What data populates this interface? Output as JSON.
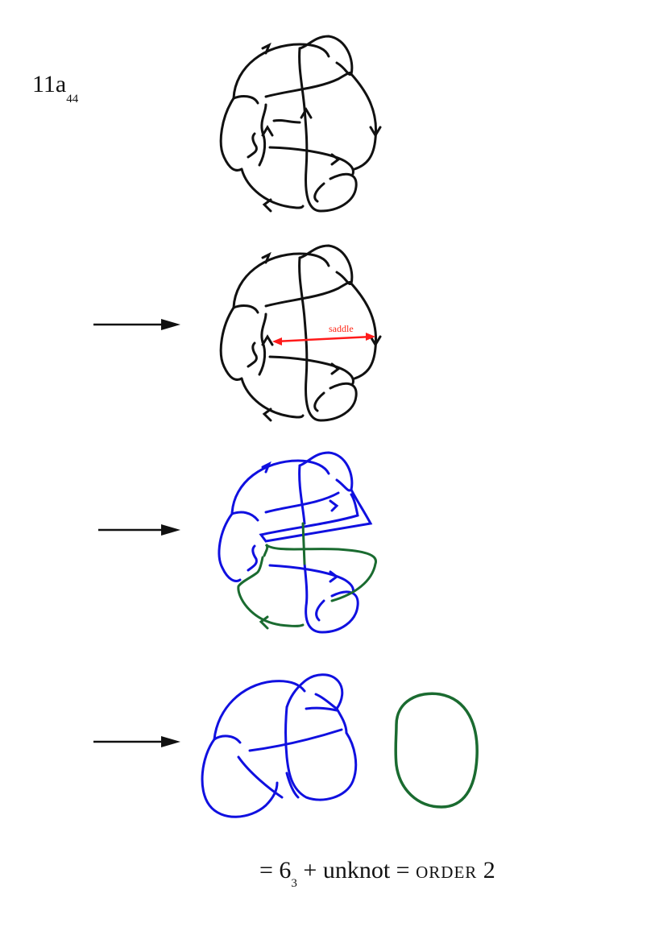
{
  "knot_label": {
    "prefix": "11a",
    "subscript": "44"
  },
  "saddle_label": "saddle",
  "formula": {
    "eq1": "= ",
    "knot": "6",
    "knot_sub": "3",
    "rest": " + unknot = ",
    "order_word": "order",
    "order_num": " 2"
  },
  "colors": {
    "stroke": "#111111",
    "blue": "#1010e0",
    "green": "#1a6b30",
    "saddle": "#ff1a1a"
  },
  "icons": [
    "arrow-right-icon",
    "arrow-right-icon",
    "arrow-right-icon"
  ]
}
